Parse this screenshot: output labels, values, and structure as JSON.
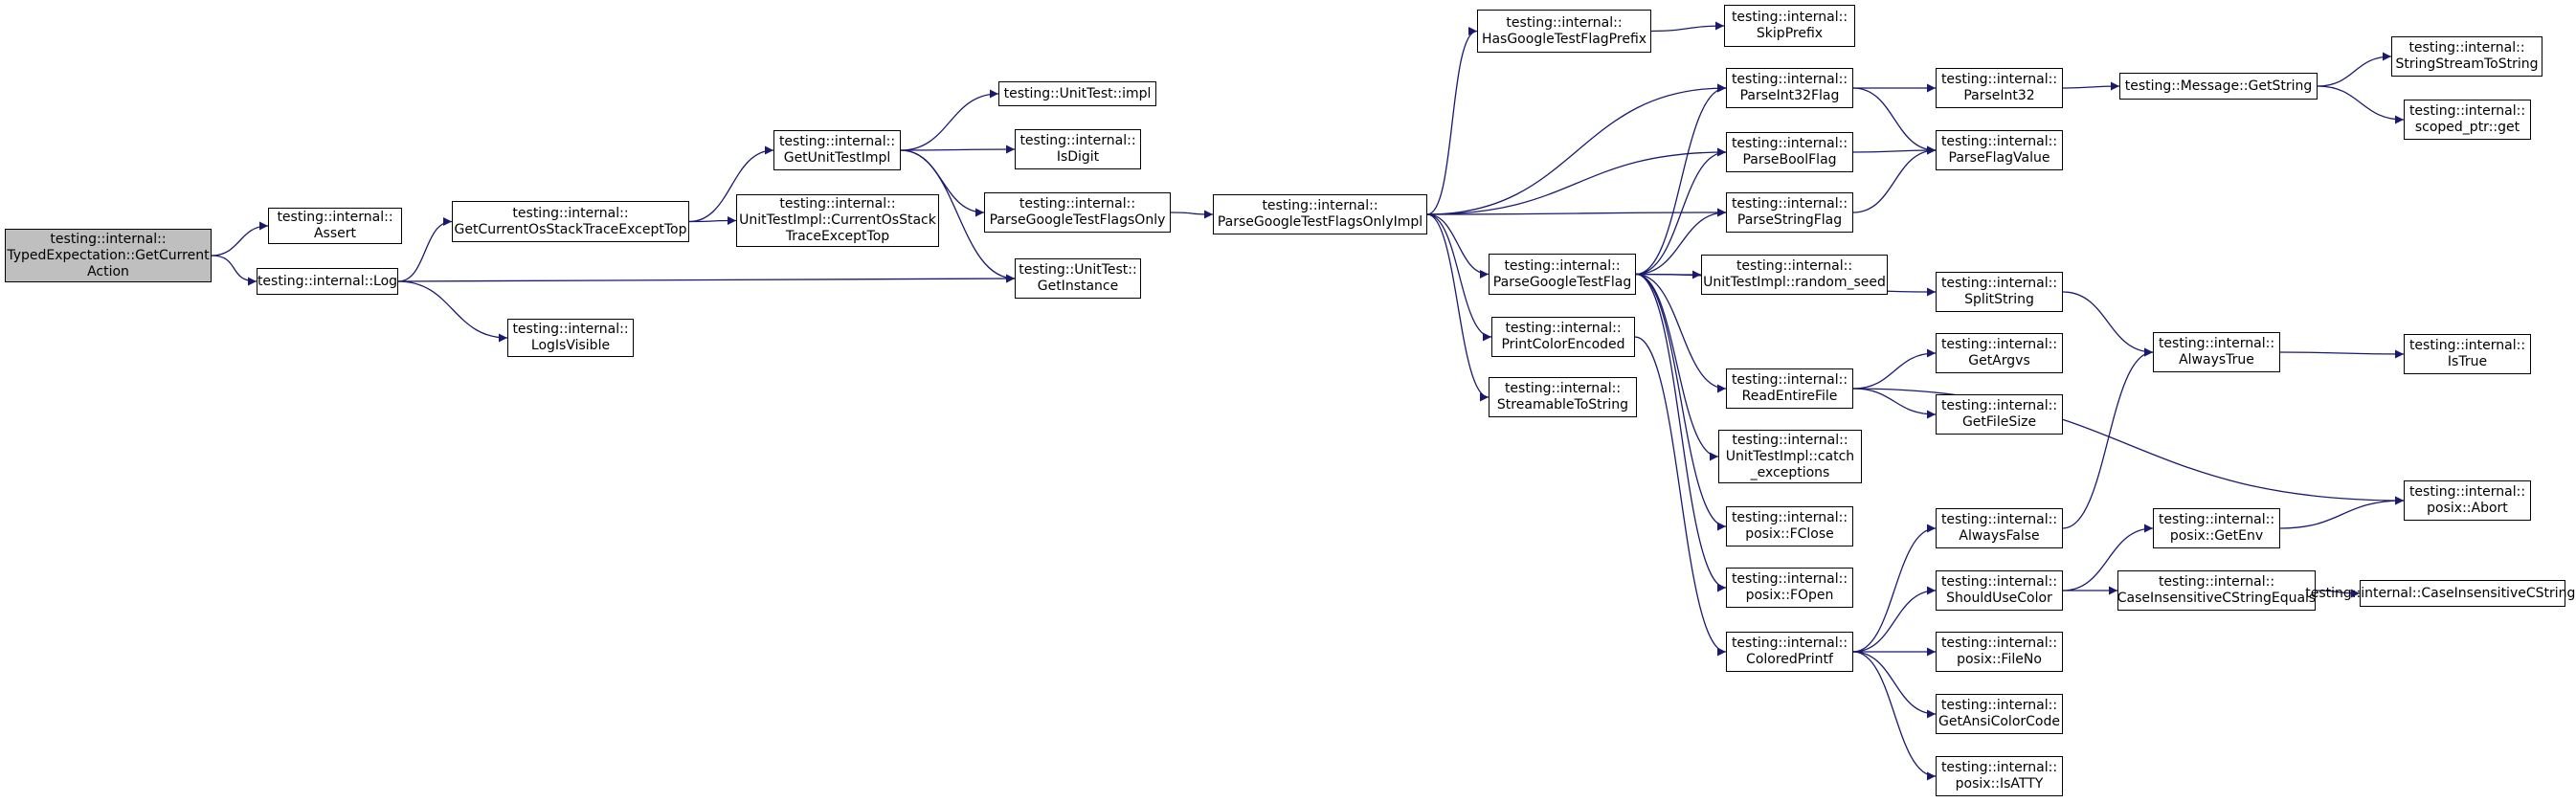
{
  "colors": {
    "edge": "#191970",
    "root_fill": "#bfbfbf",
    "node_fill": "#ffffff",
    "border": "#000000"
  },
  "nodes": [
    {
      "id": "root",
      "label": "testing::internal::\nTypedExpectation::GetCurrent\nAction",
      "root": true
    },
    {
      "id": "assert",
      "label": "testing::internal::\nAssert"
    },
    {
      "id": "log",
      "label": "testing::internal::Log"
    },
    {
      "id": "getcur",
      "label": "testing::internal::\nGetCurrentOsStackTraceExceptTop"
    },
    {
      "id": "logvis",
      "label": "testing::internal::\nLogIsVisible"
    },
    {
      "id": "getuti",
      "label": "testing::internal::\nGetUnitTestImpl"
    },
    {
      "id": "utimplcur",
      "label": "testing::internal::\nUnitTestImpl::CurrentOsStack\nTraceExceptTop"
    },
    {
      "id": "utimpl",
      "label": "testing::UnitTest::impl"
    },
    {
      "id": "isdigit",
      "label": "testing::internal::\nIsDigit"
    },
    {
      "id": "pgtfo",
      "label": "testing::internal::\nParseGoogleTestFlagsOnly"
    },
    {
      "id": "getinst",
      "label": "testing::UnitTest::\nGetInstance"
    },
    {
      "id": "pgtfoi",
      "label": "testing::internal::\nParseGoogleTestFlagsOnlyImpl"
    },
    {
      "id": "hasgtp",
      "label": "testing::internal::\nHasGoogleTestFlagPrefix"
    },
    {
      "id": "pgtf",
      "label": "testing::internal::\nParseGoogleTestFlag"
    },
    {
      "id": "pce",
      "label": "testing::internal::\nPrintColorEncoded"
    },
    {
      "id": "sts",
      "label": "testing::internal::\nStreamableToString"
    },
    {
      "id": "skip",
      "label": "testing::internal::\nSkipPrefix"
    },
    {
      "id": "pi32f",
      "label": "testing::internal::\nParseInt32Flag"
    },
    {
      "id": "pbf",
      "label": "testing::internal::\nParseBoolFlag"
    },
    {
      "id": "psf",
      "label": "testing::internal::\nParseStringFlag"
    },
    {
      "id": "rseed",
      "label": "testing::internal::\nUnitTestImpl::random_seed"
    },
    {
      "id": "ref",
      "label": "testing::internal::\nReadEntireFile"
    },
    {
      "id": "catchex",
      "label": "testing::internal::\nUnitTestImpl::catch\n_exceptions"
    },
    {
      "id": "fclose",
      "label": "testing::internal::\nposix::FClose"
    },
    {
      "id": "fopen",
      "label": "testing::internal::\nposix::FOpen"
    },
    {
      "id": "cprintf",
      "label": "testing::internal::\nColoredPrintf"
    },
    {
      "id": "pi32",
      "label": "testing::internal::\nParseInt32"
    },
    {
      "id": "pfv",
      "label": "testing::internal::\nParseFlagValue"
    },
    {
      "id": "split",
      "label": "testing::internal::\nSplitString"
    },
    {
      "id": "argvs",
      "label": "testing::internal::\nGetArgvs"
    },
    {
      "id": "fsize",
      "label": "testing::internal::\nGetFileSize"
    },
    {
      "id": "afalse",
      "label": "testing::internal::\nAlwaysFalse"
    },
    {
      "id": "suc",
      "label": "testing::internal::\nShouldUseColor"
    },
    {
      "id": "fileno",
      "label": "testing::internal::\nposix::FileNo"
    },
    {
      "id": "ansi",
      "label": "testing::internal::\nGetAnsiColorCode"
    },
    {
      "id": "isatty",
      "label": "testing::internal::\nposix::IsATTY"
    },
    {
      "id": "msg",
      "label": "testing::Message::GetString"
    },
    {
      "id": "atrue",
      "label": "testing::internal::\nAlwaysTrue"
    },
    {
      "id": "getenv",
      "label": "testing::internal::\nposix::GetEnv"
    },
    {
      "id": "cicse1",
      "label": "testing::internal::\nCaseInsensitiveCStringEquals"
    },
    {
      "id": "ss2s",
      "label": "testing::internal::\nStringStreamToString"
    },
    {
      "id": "sptr",
      "label": "testing::internal::\nscoped_ptr::get"
    },
    {
      "id": "istrue",
      "label": "testing::internal::\nIsTrue"
    },
    {
      "id": "abort",
      "label": "testing::internal::\nposix::Abort"
    },
    {
      "id": "cicse2",
      "label": "testing::internal::CaseInsensitiveCStringEquals"
    }
  ],
  "edges": [
    [
      "root",
      "assert"
    ],
    [
      "root",
      "log"
    ],
    [
      "log",
      "getcur"
    ],
    [
      "log",
      "getinst"
    ],
    [
      "log",
      "logvis"
    ],
    [
      "getcur",
      "getuti"
    ],
    [
      "getcur",
      "utimplcur"
    ],
    [
      "getuti",
      "utimpl"
    ],
    [
      "getuti",
      "isdigit"
    ],
    [
      "getuti",
      "pgtfo"
    ],
    [
      "getuti",
      "getinst"
    ],
    [
      "pgtfo",
      "pgtfoi"
    ],
    [
      "pgtfoi",
      "hasgtp"
    ],
    [
      "pgtfoi",
      "pi32f"
    ],
    [
      "pgtfoi",
      "pbf"
    ],
    [
      "pgtfoi",
      "psf"
    ],
    [
      "pgtfoi",
      "pgtf"
    ],
    [
      "pgtfoi",
      "pce"
    ],
    [
      "pgtfoi",
      "sts"
    ],
    [
      "hasgtp",
      "skip"
    ],
    [
      "pgtf",
      "pi32f"
    ],
    [
      "pgtf",
      "pbf"
    ],
    [
      "pgtf",
      "psf"
    ],
    [
      "pgtf",
      "rseed"
    ],
    [
      "pgtf",
      "split"
    ],
    [
      "pgtf",
      "ref"
    ],
    [
      "pgtf",
      "catchex"
    ],
    [
      "pgtf",
      "fclose"
    ],
    [
      "pgtf",
      "fopen"
    ],
    [
      "pce",
      "cprintf"
    ],
    [
      "pi32f",
      "pi32"
    ],
    [
      "pi32f",
      "pfv"
    ],
    [
      "pbf",
      "pfv"
    ],
    [
      "psf",
      "pfv"
    ],
    [
      "pi32",
      "msg"
    ],
    [
      "msg",
      "ss2s"
    ],
    [
      "msg",
      "sptr"
    ],
    [
      "split",
      "atrue"
    ],
    [
      "ref",
      "argvs"
    ],
    [
      "ref",
      "fsize"
    ],
    [
      "ref",
      "abort"
    ],
    [
      "cprintf",
      "afalse"
    ],
    [
      "cprintf",
      "suc"
    ],
    [
      "cprintf",
      "fileno"
    ],
    [
      "cprintf",
      "ansi"
    ],
    [
      "cprintf",
      "isatty"
    ],
    [
      "afalse",
      "atrue"
    ],
    [
      "atrue",
      "istrue"
    ],
    [
      "suc",
      "getenv"
    ],
    [
      "suc",
      "cicse1"
    ],
    [
      "cicse1",
      "cicse2"
    ],
    [
      "getenv",
      "abort"
    ]
  ]
}
